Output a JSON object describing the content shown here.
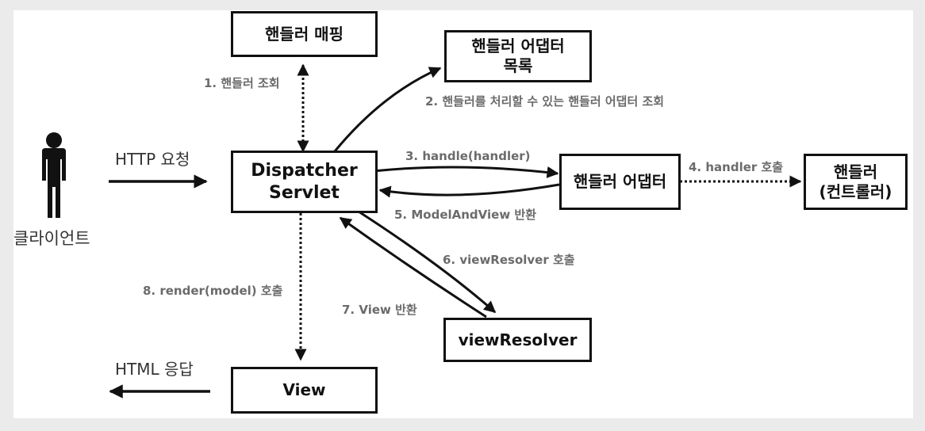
{
  "boxes": {
    "handler_mapping": "핸들러 매핑",
    "adapter_list_line1": "핸들러 어댑터",
    "adapter_list_line2": "목록",
    "dispatcher_line1": "Dispatcher",
    "dispatcher_line2": "Servlet",
    "handler_adapter": "핸들러 어댑터",
    "handler_line1": "핸들러",
    "handler_line2": "(컨트롤러)",
    "view_resolver": "viewResolver",
    "view": "View"
  },
  "labels": {
    "step1": "1. 핸들러 조회",
    "step2": "2. 핸들러를 처리할 수 있는 핸들러 어댑터 조회",
    "step3": "3. handle(handler)",
    "step4": "4. handler 호출",
    "step5": "5. ModelAndView 반환",
    "step6": "6. viewResolver 호출",
    "step7": "7. View 반환",
    "step8": "8. render(model) 호출",
    "http_request": "HTTP 요청",
    "http_response": "HTML 응답",
    "client": "클라이언트"
  },
  "colors": {
    "line": "#111111",
    "label": "#6b6b6b",
    "background": "#ffffff",
    "frame": "#ebebeb"
  }
}
